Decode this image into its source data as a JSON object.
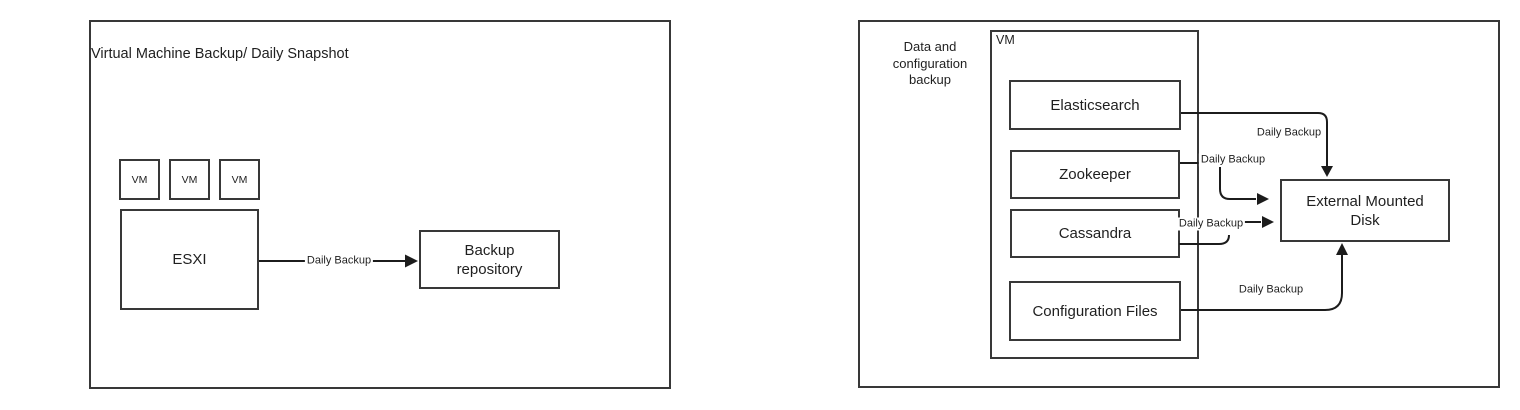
{
  "colors": {
    "background": "#ffffff",
    "shape_stroke": "#383838",
    "connector_stroke": "#1c1c1c",
    "text": "#1f1f1f"
  },
  "left_panel": {
    "title": "Virtual Machine Backup/ Daily Snapshot",
    "vm_boxes": [
      "VM",
      "VM",
      "VM"
    ],
    "esxi_label": "ESXI",
    "backup_repository_label": "Backup repository",
    "edge_label": "Daily Backup"
  },
  "right_panel": {
    "title": "Data and configuration backup",
    "vm_container_label": "VM",
    "nodes": {
      "elasticsearch": "Elasticsearch",
      "zookeeper": "Zookeeper",
      "cassandra": "Cassandra",
      "configuration_files": "Configuration Files"
    },
    "external_disk_label": "External Mounted Disk",
    "edge_labels": {
      "elasticsearch": "Daily Backup",
      "zookeeper": "Daily Backup",
      "cassandra": "Daily Backup",
      "configuration_files": "Daily Backup"
    }
  }
}
